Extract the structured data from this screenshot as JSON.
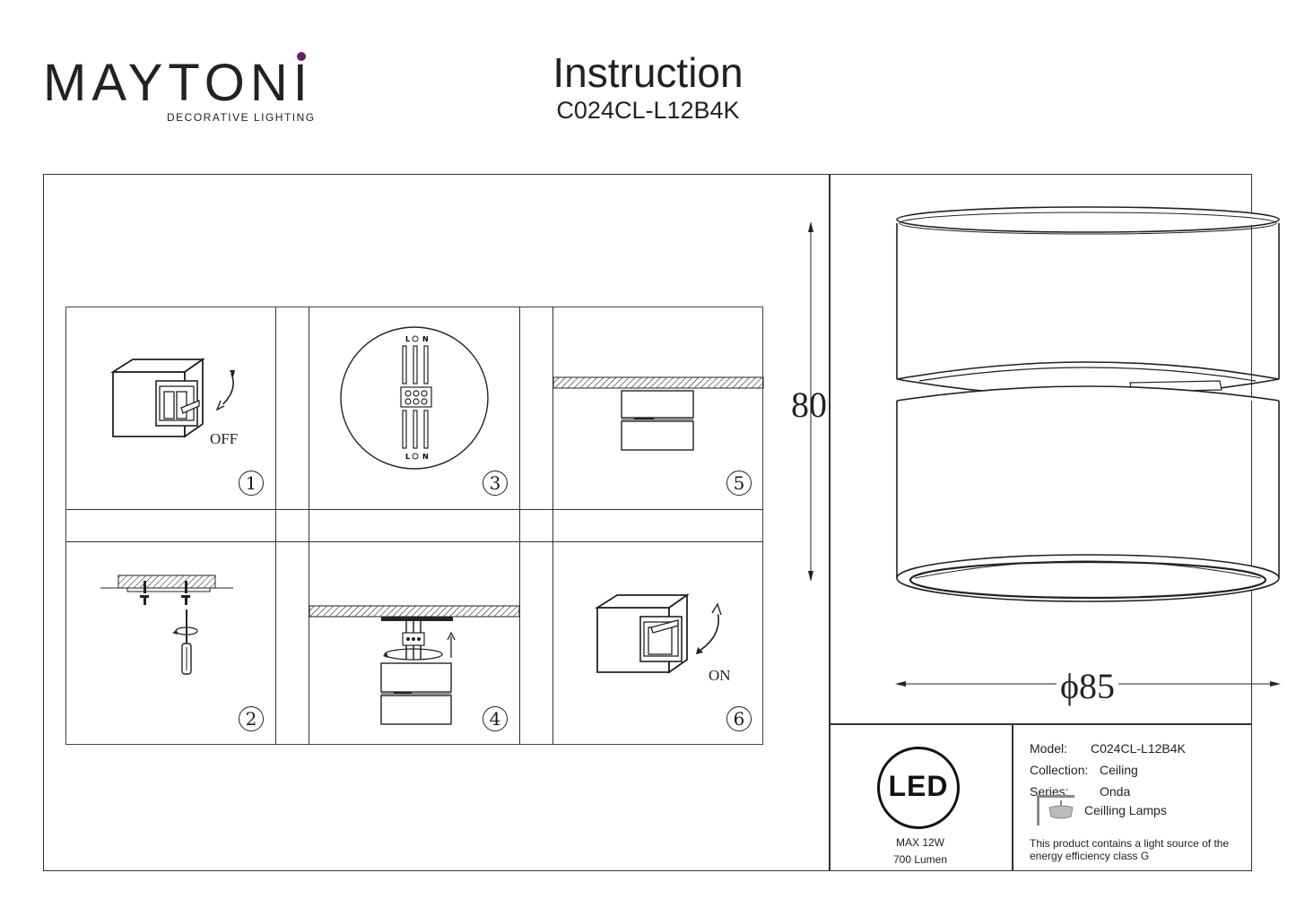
{
  "header": {
    "brand": "MAYTONI",
    "brand_tagline": "DECORATIVE LIGHTING",
    "title": "Instruction",
    "model_code": "C024CL-L12B4K"
  },
  "steps": [
    {
      "number": "1",
      "label": "OFF"
    },
    {
      "number": "2",
      "label": ""
    },
    {
      "number": "3",
      "label": ""
    },
    {
      "number": "4",
      "label": ""
    },
    {
      "number": "5",
      "label": ""
    },
    {
      "number": "6",
      "label": "ON"
    }
  ],
  "wiring": {
    "terminal_labels": "L ⏚ N"
  },
  "dimensions": {
    "height": "80",
    "diameter": "ϕ85"
  },
  "led_badge": {
    "text": "LED",
    "power": "MAX 12W",
    "lumen": "700 Lumen"
  },
  "specs": {
    "model_label": "Model:",
    "model_value": "C024CL-L12B4K",
    "collection_label": "Collection:",
    "collection_value": "Ceiling",
    "series_label": "Series:",
    "series_value": "Onda",
    "type_value": "Ceilling Lamps",
    "energy_note_line1": "This product contains a light source of the",
    "energy_note_line2": "energy efficiency class G"
  },
  "colors": {
    "line": "#333333",
    "brand_dot": "#6a1b6e"
  }
}
